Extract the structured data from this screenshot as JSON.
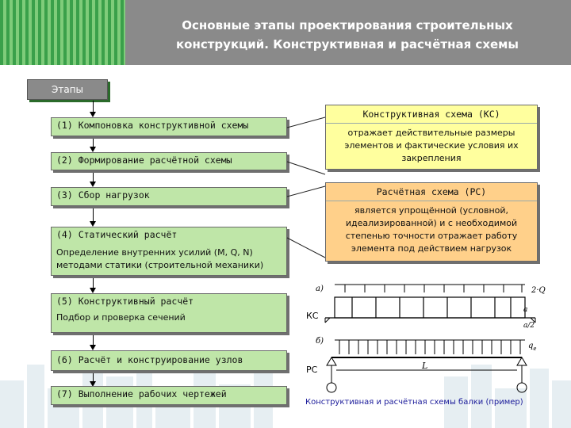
{
  "header": {
    "title_line1": "Основные этапы проектирования строительных",
    "title_line2": "конструкций. Конструктивная и расчётная схемы"
  },
  "stages_label": "Этапы",
  "steps": [
    {
      "title": "(1) Компоновка конструктивной схемы",
      "desc": ""
    },
    {
      "title": "(2) Формирование расчётной схемы",
      "desc": ""
    },
    {
      "title": "(3) Сбор нагрузок",
      "desc": ""
    },
    {
      "title": "(4) Статический расчёт",
      "desc_line1": "Определение внутренних усилий (M, Q, N)",
      "desc_line2": "методами статики (строительной механики)"
    },
    {
      "title": "(5) Конструктивный расчёт",
      "desc_line1": "Подбор и проверка сечений"
    },
    {
      "title": "(6) Расчёт и конструирование узлов"
    },
    {
      "title": "(7) Выполнение рабочих чертежей"
    }
  ],
  "ks": {
    "head": "Конструктивная схема (КС)",
    "body_line1": "отражает действительные размеры",
    "body_line2": "элементов и фактические условия их",
    "body_line3": "закрепления"
  },
  "rs": {
    "head": "Расчётная схема (РС)",
    "body_line1": "является упрощённой (условной,",
    "body_line2": "идеализированной) и с необходимой",
    "body_line3": "степенью точности отражает работу",
    "body_line4": "элемента под действием нагрузок"
  },
  "figure": {
    "label_a": "а)",
    "label_b": "б)",
    "load_top": "2·Q",
    "label_a_right": "a",
    "label_a2": "a/2",
    "load_q": "q",
    "load_q_sub": "e",
    "span": "L",
    "ks_label": "КС",
    "rs_label": "РС"
  },
  "caption": "Конструктивная и расчётная схемы балки (пример)",
  "colors": {
    "stripe_green": "#3aa04a",
    "header_gray": "#8a8a8a",
    "step_green": "#bfe6a8",
    "ks_yellow": "#ffff9e",
    "rs_orange": "#ffd08a"
  }
}
